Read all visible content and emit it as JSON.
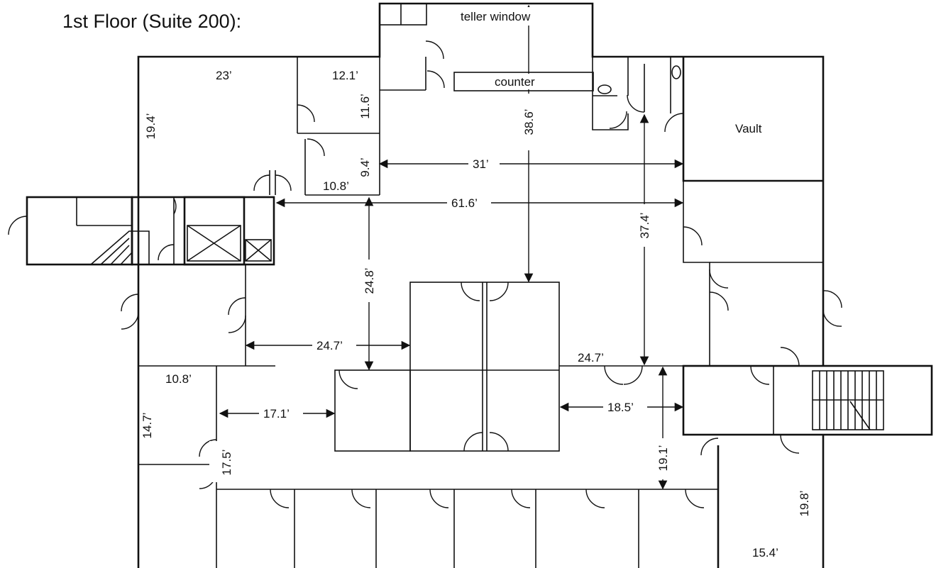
{
  "title": "1st Floor (Suite 200):",
  "room_labels": {
    "teller_window": "teller window",
    "counter": "counter",
    "vault": "Vault"
  },
  "dimensions": {
    "d_23": "23’",
    "d_12_1": "12.1’",
    "d_11_6": "11.6’",
    "d_19_4": "19.4’",
    "d_9_4": "9.4’",
    "d_10_8_top": "10.8’",
    "d_38_6": "38.6’",
    "d_31": "31’",
    "d_61_6": "61.6’",
    "d_37_4": "37.4’",
    "d_24_8": "24.8’",
    "d_24_7_left": "24.7’",
    "d_24_7_right": "24.7’",
    "d_10_8_bottom": "10.8’",
    "d_14_7": "14.7’",
    "d_17_1": "17.1’",
    "d_17_5": "17.5’",
    "d_18_5": "18.5’",
    "d_19_1": "19.1’",
    "d_19_8": "19.8’",
    "d_15_4": "15.4’"
  }
}
